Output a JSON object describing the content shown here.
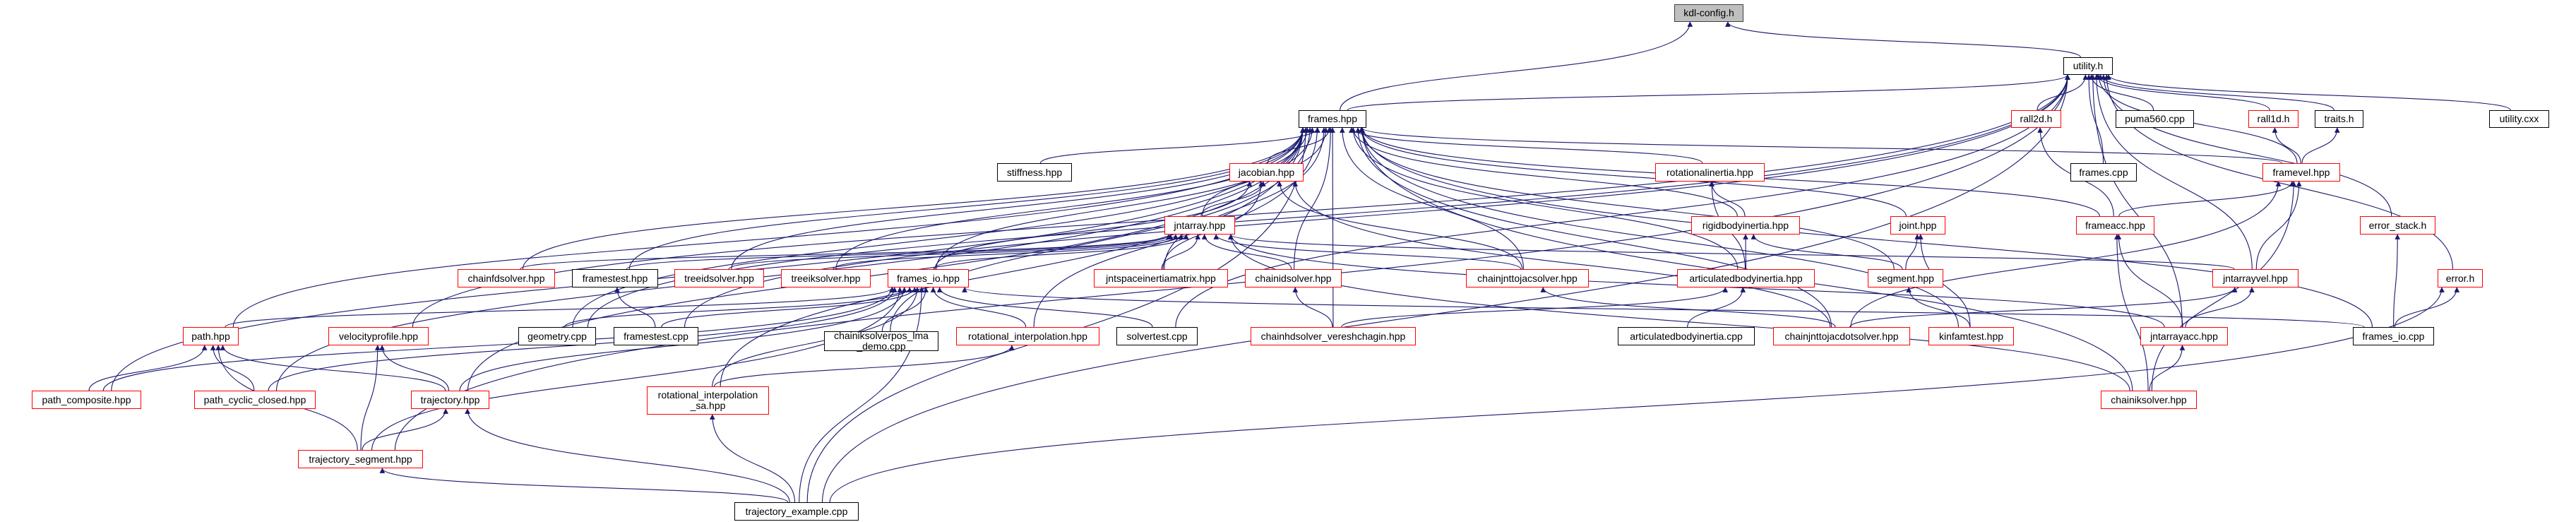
{
  "colors": {
    "edge": "#191970",
    "truncated_border": "#ff0000",
    "normal_border": "#000000",
    "root_fill": "#bfbfbf"
  },
  "nodes": [
    {
      "id": "kdlconfig",
      "label": "kdl-config.h",
      "style": "root"
    },
    {
      "id": "utility",
      "label": "utility.h",
      "style": "normal"
    },
    {
      "id": "frames",
      "label": "frames.hpp",
      "style": "normal"
    },
    {
      "id": "rall2d",
      "label": "rall2d.h",
      "style": "truncated"
    },
    {
      "id": "puma560",
      "label": "puma560.cpp",
      "style": "normal"
    },
    {
      "id": "rall1d",
      "label": "rall1d.h",
      "style": "truncated"
    },
    {
      "id": "traits",
      "label": "traits.h",
      "style": "normal"
    },
    {
      "id": "utilitycxx",
      "label": "utility.cxx",
      "style": "normal"
    },
    {
      "id": "stiffness",
      "label": "stiffness.hpp",
      "style": "normal"
    },
    {
      "id": "jacobian",
      "label": "jacobian.hpp",
      "style": "truncated"
    },
    {
      "id": "rotinertia",
      "label": "rotationalinertia.hpp",
      "style": "truncated"
    },
    {
      "id": "framescpp",
      "label": "frames.cpp",
      "style": "normal"
    },
    {
      "id": "framevel",
      "label": "framevel.hpp",
      "style": "truncated"
    },
    {
      "id": "jntarray",
      "label": "jntarray.hpp",
      "style": "truncated"
    },
    {
      "id": "rigidbody",
      "label": "rigidbodyinertia.hpp",
      "style": "truncated"
    },
    {
      "id": "joint",
      "label": "joint.hpp",
      "style": "truncated"
    },
    {
      "id": "frameacc",
      "label": "frameacc.hpp",
      "style": "truncated"
    },
    {
      "id": "errorstack",
      "label": "error_stack.h",
      "style": "truncated"
    },
    {
      "id": "chainfdsolver",
      "label": "chainfdsolver.hpp",
      "style": "truncated"
    },
    {
      "id": "framestesthpp",
      "label": "framestest.hpp",
      "style": "normal"
    },
    {
      "id": "treeidsolver",
      "label": "treeidsolver.hpp",
      "style": "truncated"
    },
    {
      "id": "treeiksolver",
      "label": "treeiksolver.hpp",
      "style": "truncated"
    },
    {
      "id": "framesio",
      "label": "frames_io.hpp",
      "style": "truncated"
    },
    {
      "id": "jntspace",
      "label": "jntspaceinertiamatrix.hpp",
      "style": "truncated"
    },
    {
      "id": "chainidsolver",
      "label": "chainidsolver.hpp",
      "style": "truncated"
    },
    {
      "id": "chainjnttojac",
      "label": "chainjnttojacsolver.hpp",
      "style": "truncated"
    },
    {
      "id": "abi",
      "label": "articulatedbodyinertia.hpp",
      "style": "truncated"
    },
    {
      "id": "segment",
      "label": "segment.hpp",
      "style": "truncated"
    },
    {
      "id": "jntarrayvel",
      "label": "jntarrayvel.hpp",
      "style": "truncated"
    },
    {
      "id": "error",
      "label": "error.h",
      "style": "truncated"
    },
    {
      "id": "path",
      "label": "path.hpp",
      "style": "truncated"
    },
    {
      "id": "velprofile",
      "label": "velocityprofile.hpp",
      "style": "truncated"
    },
    {
      "id": "geometry",
      "label": "geometry.cpp",
      "style": "normal"
    },
    {
      "id": "framestestcpp",
      "label": "framestest.cpp",
      "style": "normal"
    },
    {
      "id": "lmademo",
      "label": "chainiksolverpos_lma\n_demo.cpp",
      "style": "normal"
    },
    {
      "id": "rotinterp",
      "label": "rotational_interpolation.hpp",
      "style": "truncated"
    },
    {
      "id": "solvertest",
      "label": "solvertest.cpp",
      "style": "normal"
    },
    {
      "id": "vereshchagin",
      "label": "chainhdsolver_vereshchagin.hpp",
      "style": "truncated"
    },
    {
      "id": "abicpp",
      "label": "articulatedbodyinertia.cpp",
      "style": "normal"
    },
    {
      "id": "jacdot",
      "label": "chainjnttojacdotsolver.hpp",
      "style": "truncated"
    },
    {
      "id": "kinfamtest",
      "label": "kinfamtest.hpp",
      "style": "truncated"
    },
    {
      "id": "jntarrayacc",
      "label": "jntarrayacc.hpp",
      "style": "truncated"
    },
    {
      "id": "framesiocpp",
      "label": "frames_io.cpp",
      "style": "normal"
    },
    {
      "id": "pathcomposite",
      "label": "path_composite.hpp",
      "style": "truncated"
    },
    {
      "id": "pathcyclic",
      "label": "path_cyclic_closed.hpp",
      "style": "truncated"
    },
    {
      "id": "trajectory",
      "label": "trajectory.hpp",
      "style": "truncated"
    },
    {
      "id": "rotinterpsa",
      "label": "rotational_interpolation\n_sa.hpp",
      "style": "truncated"
    },
    {
      "id": "chainiksolver",
      "label": "chainiksolver.hpp",
      "style": "truncated"
    },
    {
      "id": "trajsegment",
      "label": "trajectory_segment.hpp",
      "style": "truncated"
    },
    {
      "id": "trajexample",
      "label": "trajectory_example.cpp",
      "style": "normal"
    }
  ],
  "edges": [
    [
      "utility",
      "kdlconfig"
    ],
    [
      "frames",
      "kdlconfig"
    ],
    [
      "frames",
      "utility"
    ],
    [
      "rall2d",
      "utility"
    ],
    [
      "puma560",
      "utility"
    ],
    [
      "rall1d",
      "utility"
    ],
    [
      "traits",
      "utility"
    ],
    [
      "utilitycxx",
      "utility"
    ],
    [
      "framescpp",
      "utility"
    ],
    [
      "framevel",
      "utility"
    ],
    [
      "errorstack",
      "utility"
    ],
    [
      "error",
      "utility"
    ],
    [
      "jntarrayvel",
      "utility"
    ],
    [
      "jntarrayacc",
      "utility"
    ],
    [
      "trajexample",
      "utility"
    ],
    [
      "velprofile",
      "utility"
    ],
    [
      "geometry",
      "utility"
    ],
    [
      "framestestcpp",
      "utility"
    ],
    [
      "solvertest",
      "utility"
    ],
    [
      "trajsegment",
      "utility"
    ],
    [
      "framevel",
      "rall1d"
    ],
    [
      "framevel",
      "traits"
    ],
    [
      "framevel",
      "frames"
    ],
    [
      "frameacc",
      "rall2d"
    ],
    [
      "frameacc",
      "frames"
    ],
    [
      "frameacc",
      "framevel"
    ],
    [
      "jntarrayvel",
      "framevel"
    ],
    [
      "jntarrayvel",
      "jntarray"
    ],
    [
      "jntarrayacc",
      "frameacc"
    ],
    [
      "jntarrayacc",
      "jntarrayvel"
    ],
    [
      "jntarrayacc",
      "jntarray"
    ],
    [
      "chainiksolver",
      "frameacc"
    ],
    [
      "chainiksolver",
      "jntarrayacc"
    ],
    [
      "chainiksolver",
      "framevel"
    ],
    [
      "chainiksolver",
      "frames"
    ],
    [
      "chainiksolver",
      "jntarray"
    ],
    [
      "jacdot",
      "framevel"
    ],
    [
      "jacdot",
      "jntarrayvel"
    ],
    [
      "jacdot",
      "jacobian"
    ],
    [
      "jacdot",
      "frames"
    ],
    [
      "jacdot",
      "chainjnttojac"
    ],
    [
      "framesiocpp",
      "errorstack"
    ],
    [
      "framesiocpp",
      "error"
    ],
    [
      "framesiocpp",
      "framesio"
    ],
    [
      "framesiocpp",
      "frames"
    ],
    [
      "kinfamtest",
      "segment"
    ],
    [
      "kinfamtest",
      "joint"
    ],
    [
      "kinfamtest",
      "frames"
    ],
    [
      "segment",
      "joint"
    ],
    [
      "segment",
      "rigidbody"
    ],
    [
      "segment",
      "frames"
    ],
    [
      "joint",
      "frames"
    ],
    [
      "rigidbody",
      "rotinertia"
    ],
    [
      "rigidbody",
      "frames"
    ],
    [
      "rotinertia",
      "frames"
    ],
    [
      "abi",
      "rigidbody"
    ],
    [
      "abi",
      "rotinertia"
    ],
    [
      "abi",
      "frames"
    ],
    [
      "abicpp",
      "abi"
    ],
    [
      "vereshchagin",
      "chainidsolver"
    ],
    [
      "vereshchagin",
      "frames"
    ],
    [
      "vereshchagin",
      "abi"
    ],
    [
      "chainidsolver",
      "jntarray"
    ],
    [
      "chainidsolver",
      "frames"
    ],
    [
      "chainjnttojac",
      "jntarray"
    ],
    [
      "chainjnttojac",
      "jacobian"
    ],
    [
      "chainjnttojac",
      "frames"
    ],
    [
      "jntspace",
      "jntarray"
    ],
    [
      "jntspace",
      "jacobian"
    ],
    [
      "jntspace",
      "frames"
    ],
    [
      "jntarray",
      "jacobian"
    ],
    [
      "jntarray",
      "frames"
    ],
    [
      "jacobian",
      "frames"
    ],
    [
      "stiffness",
      "frames"
    ],
    [
      "framesio",
      "frames"
    ],
    [
      "framesio",
      "jntarray"
    ],
    [
      "framesio",
      "jacobian"
    ],
    [
      "chainfdsolver",
      "jntarray"
    ],
    [
      "chainfdsolver",
      "frames"
    ],
    [
      "framestesthpp",
      "jntarray"
    ],
    [
      "framestesthpp",
      "frames"
    ],
    [
      "treeidsolver",
      "jntarray"
    ],
    [
      "treeidsolver",
      "frames"
    ],
    [
      "treeiksolver",
      "jntarray"
    ],
    [
      "treeiksolver",
      "frames"
    ],
    [
      "framestestcpp",
      "framestesthpp"
    ],
    [
      "framestestcpp",
      "framesio"
    ],
    [
      "geometry",
      "frames"
    ],
    [
      "geometry",
      "framesio"
    ],
    [
      "lmademo",
      "framesio"
    ],
    [
      "lmademo",
      "frames"
    ],
    [
      "rotinterp",
      "framesio"
    ],
    [
      "rotinterp",
      "frames"
    ],
    [
      "solvertest",
      "framesio"
    ],
    [
      "path",
      "framesio"
    ],
    [
      "path",
      "frames"
    ],
    [
      "pathcomposite",
      "path"
    ],
    [
      "pathcomposite",
      "framesio"
    ],
    [
      "pathcomposite",
      "frames"
    ],
    [
      "pathcyclic",
      "path"
    ],
    [
      "pathcyclic",
      "framesio"
    ],
    [
      "pathcyclic",
      "frames"
    ],
    [
      "trajectory",
      "path"
    ],
    [
      "trajectory",
      "velprofile"
    ],
    [
      "trajectory",
      "framesio"
    ],
    [
      "trajectory",
      "frames"
    ],
    [
      "rotinterpsa",
      "rotinterp"
    ],
    [
      "rotinterpsa",
      "framesio"
    ],
    [
      "rotinterpsa",
      "frames"
    ],
    [
      "trajsegment",
      "trajectory"
    ],
    [
      "trajsegment",
      "path"
    ],
    [
      "trajsegment",
      "velprofile"
    ],
    [
      "trajsegment",
      "framesio"
    ],
    [
      "trajexample",
      "trajsegment"
    ],
    [
      "trajexample",
      "trajectory"
    ],
    [
      "trajexample",
      "rotinterpsa"
    ],
    [
      "trajexample",
      "framesio"
    ],
    [
      "trajexample",
      "frames"
    ],
    [
      "trajexample",
      "error"
    ]
  ]
}
